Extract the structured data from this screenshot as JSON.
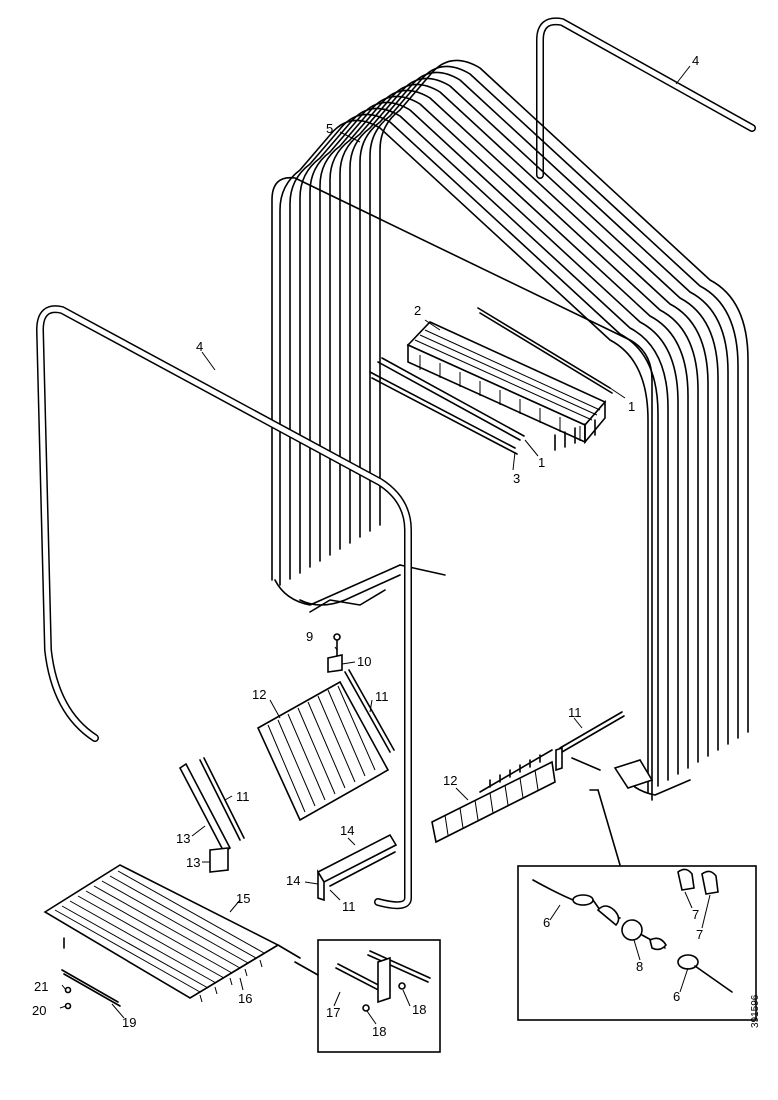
{
  "labels": [
    {
      "text": "1"
    },
    {
      "text": "1"
    },
    {
      "text": "2"
    },
    {
      "text": "3"
    },
    {
      "text": "4"
    },
    {
      "text": "4"
    },
    {
      "text": "5"
    },
    {
      "text": "6"
    },
    {
      "text": "6"
    },
    {
      "text": "7"
    },
    {
      "text": "7"
    },
    {
      "text": "8"
    },
    {
      "text": "9"
    },
    {
      "text": "10"
    },
    {
      "text": "11"
    },
    {
      "text": "11"
    },
    {
      "text": "11"
    },
    {
      "text": "11"
    },
    {
      "text": "12"
    },
    {
      "text": "12"
    },
    {
      "text": "13"
    },
    {
      "text": "13"
    },
    {
      "text": "14"
    },
    {
      "text": "14"
    },
    {
      "text": "15"
    },
    {
      "text": "16"
    },
    {
      "text": "17"
    },
    {
      "text": "18"
    },
    {
      "text": "18"
    },
    {
      "text": "19"
    },
    {
      "text": "20"
    },
    {
      "text": "21"
    }
  ],
  "drawing_code": "391596"
}
